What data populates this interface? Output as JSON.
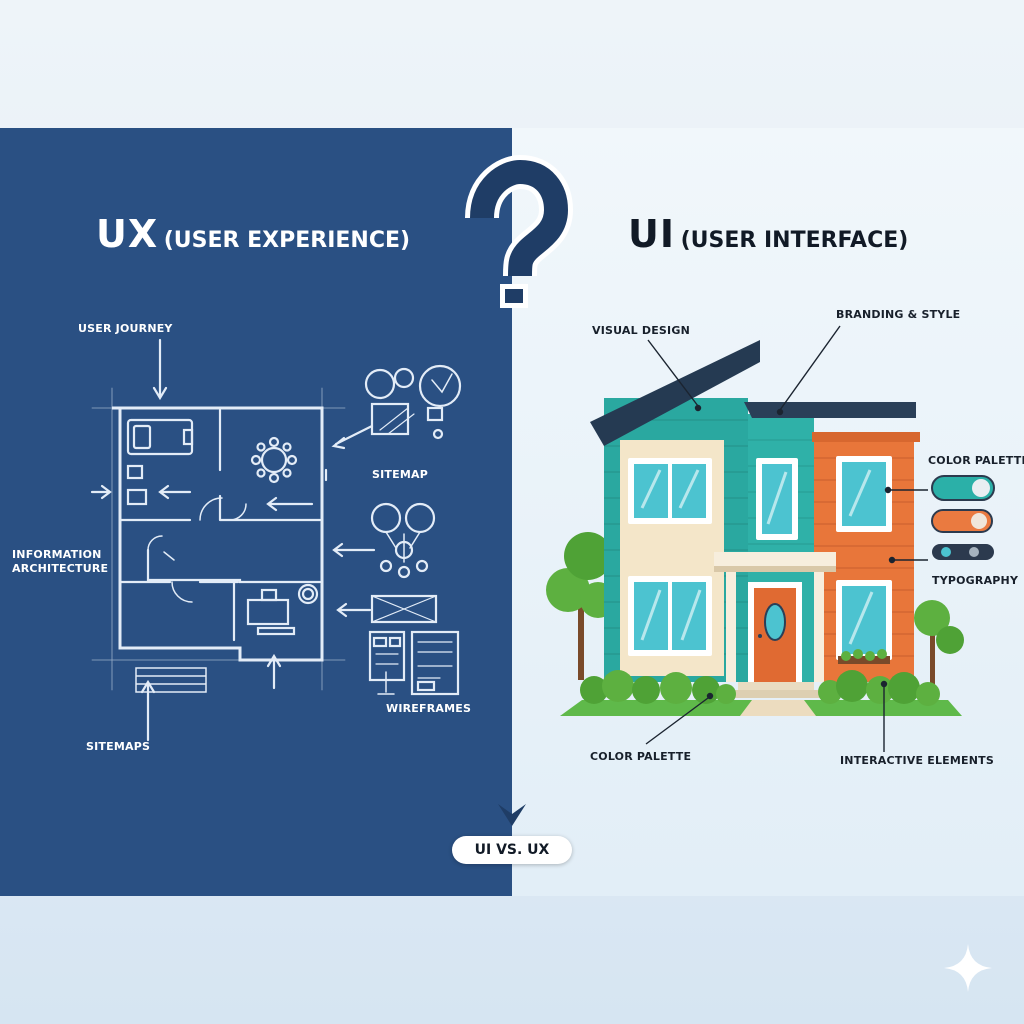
{
  "ux_panel": {
    "title_main": "UX",
    "title_sub": "(USER EXPERIENCE)",
    "labels": {
      "user_journey": "USER JOURNEY",
      "sitemap": "SITEMAP",
      "information_architecture_line1": "INFORMATION",
      "information_architecture_line2": "ARCHITECTURE",
      "wireframes": "WIREFRAMES",
      "sitemaps": "SITEMAPS"
    }
  },
  "ui_panel": {
    "title_main": "UI",
    "title_sub": "(USER INTERFACE)",
    "labels": {
      "visual_design": "VISUAL DESIGN",
      "branding_style": "BRANDING & STYLE",
      "color_palette_top": "COLOR PALETTE",
      "typography": "TYPOGRAPHY",
      "color_palette_bottom": "COLOR PALETTE",
      "interactive_elements": "INTERACTIVE ELEMENTS"
    }
  },
  "center": {
    "question_mark": "?",
    "badge": "UI VS. UX"
  },
  "colors": {
    "left_panel": "#2a5083",
    "blueprint_line": "#dfe9f6",
    "house_teal": "#2aa8a0",
    "house_orange": "#e8763a",
    "house_cream": "#f4e6c9",
    "roof": "#253a52",
    "grass": "#5fb94a",
    "toggle_teal": "#2bb0a8",
    "toggle_orange": "#ea7a40",
    "toggle_dark": "#2c3a4e"
  },
  "icons": [
    "question-mark-icon",
    "sparkle-icon",
    "chevron-down-icon"
  ]
}
